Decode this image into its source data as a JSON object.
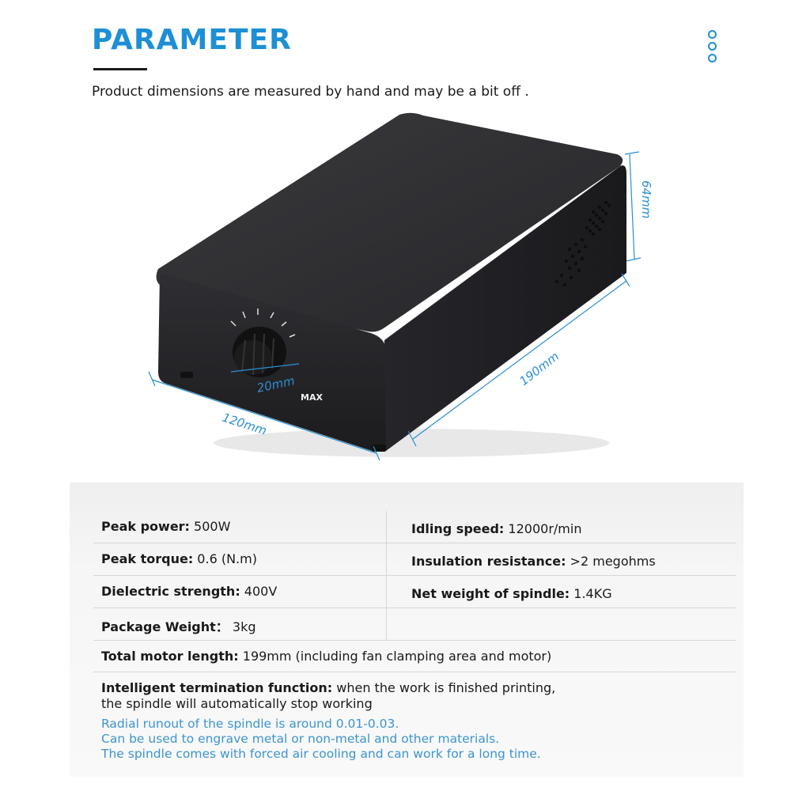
{
  "header": {
    "title": "PARAMETER",
    "subtitle": "Product dimensions are measured by hand and may be a bit off ."
  },
  "product": {
    "knob_label": "MAX",
    "dimensions": {
      "height": "64mm",
      "length": "190mm",
      "width": "120mm",
      "knob": "20mm"
    }
  },
  "specs": {
    "peak_power": {
      "label": "Peak power:",
      "value": " 500W"
    },
    "idling_speed": {
      "label": "Idling speed:",
      "value": " 12000r/min"
    },
    "peak_torque": {
      "label": "Peak torque:",
      "value": " 0.6 (N.m)"
    },
    "insulation": {
      "label": "Insulation resistance:",
      "value": " >2 megohms"
    },
    "dielectric": {
      "label": "Dielectric strength:",
      "value": " 400V"
    },
    "net_weight": {
      "label": "Net weight of spindle:",
      "value": " 1.4KG"
    },
    "package_weight": {
      "label": "Package Weight：",
      "value": " 3kg"
    },
    "motor_length": {
      "label": "Total motor length:",
      "value": " 199mm (including fan clamping area and motor)"
    },
    "termination": {
      "label": "Intelligent termination function:",
      "value": " when the work is finished printing,",
      "value2": "the spindle will automatically stop working"
    }
  },
  "notes": [
    "Radial runout of the spindle is around 0.01-0.03.",
    "Can be used to engrave metal or non-metal and other materials.",
    "The spindle comes with forced air cooling and can work for a long time."
  ],
  "colors": {
    "accent": "#1d8fd6",
    "note": "#3b95cf",
    "box": "#2b2b2d"
  }
}
